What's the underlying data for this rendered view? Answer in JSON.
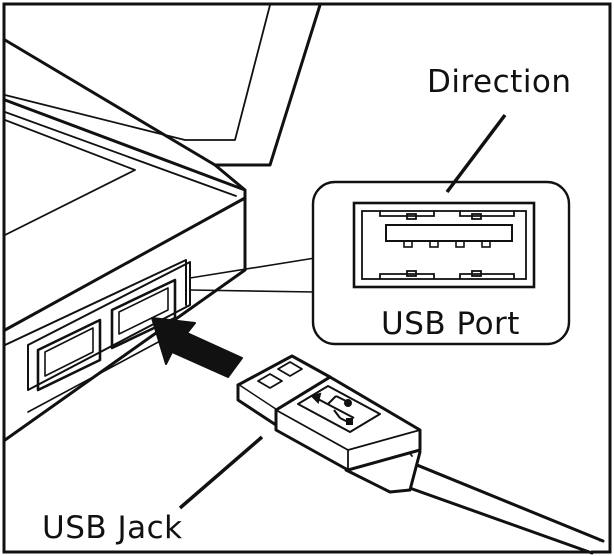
{
  "labels": {
    "direction": "Direction",
    "usb_port": "USB Port",
    "usb_jack": "USB Jack"
  },
  "colors": {
    "line": "#111111",
    "background": "#ffffff"
  },
  "icons": [
    "usb-trident-icon",
    "insertion-arrow-icon"
  ]
}
